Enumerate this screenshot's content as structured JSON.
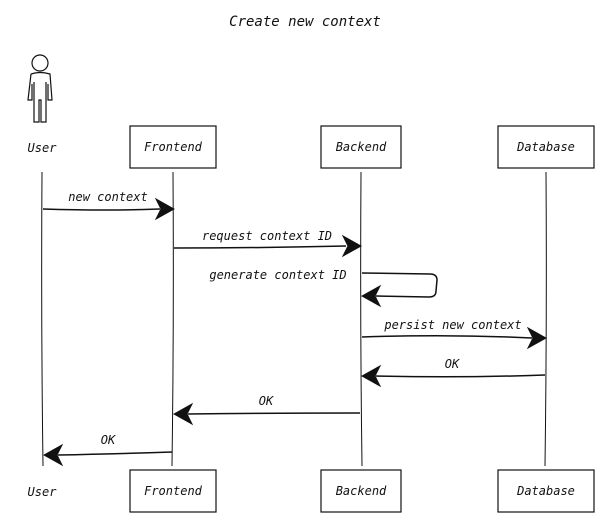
{
  "diagram": {
    "title": "Create new context",
    "participants": [
      {
        "id": "user",
        "label": "User",
        "kind": "actor"
      },
      {
        "id": "frontend",
        "label": "Frontend",
        "kind": "box"
      },
      {
        "id": "backend",
        "label": "Backend",
        "kind": "box"
      },
      {
        "id": "database",
        "label": "Database",
        "kind": "box"
      }
    ],
    "messages": [
      {
        "from": "user",
        "to": "frontend",
        "label": "new context"
      },
      {
        "from": "frontend",
        "to": "backend",
        "label": "request context ID"
      },
      {
        "from": "backend",
        "to": "backend",
        "label": "generate context ID"
      },
      {
        "from": "backend",
        "to": "database",
        "label": "persist new context"
      },
      {
        "from": "database",
        "to": "backend",
        "label": "OK"
      },
      {
        "from": "backend",
        "to": "frontend",
        "label": "OK"
      },
      {
        "from": "frontend",
        "to": "user",
        "label": "OK"
      }
    ]
  }
}
